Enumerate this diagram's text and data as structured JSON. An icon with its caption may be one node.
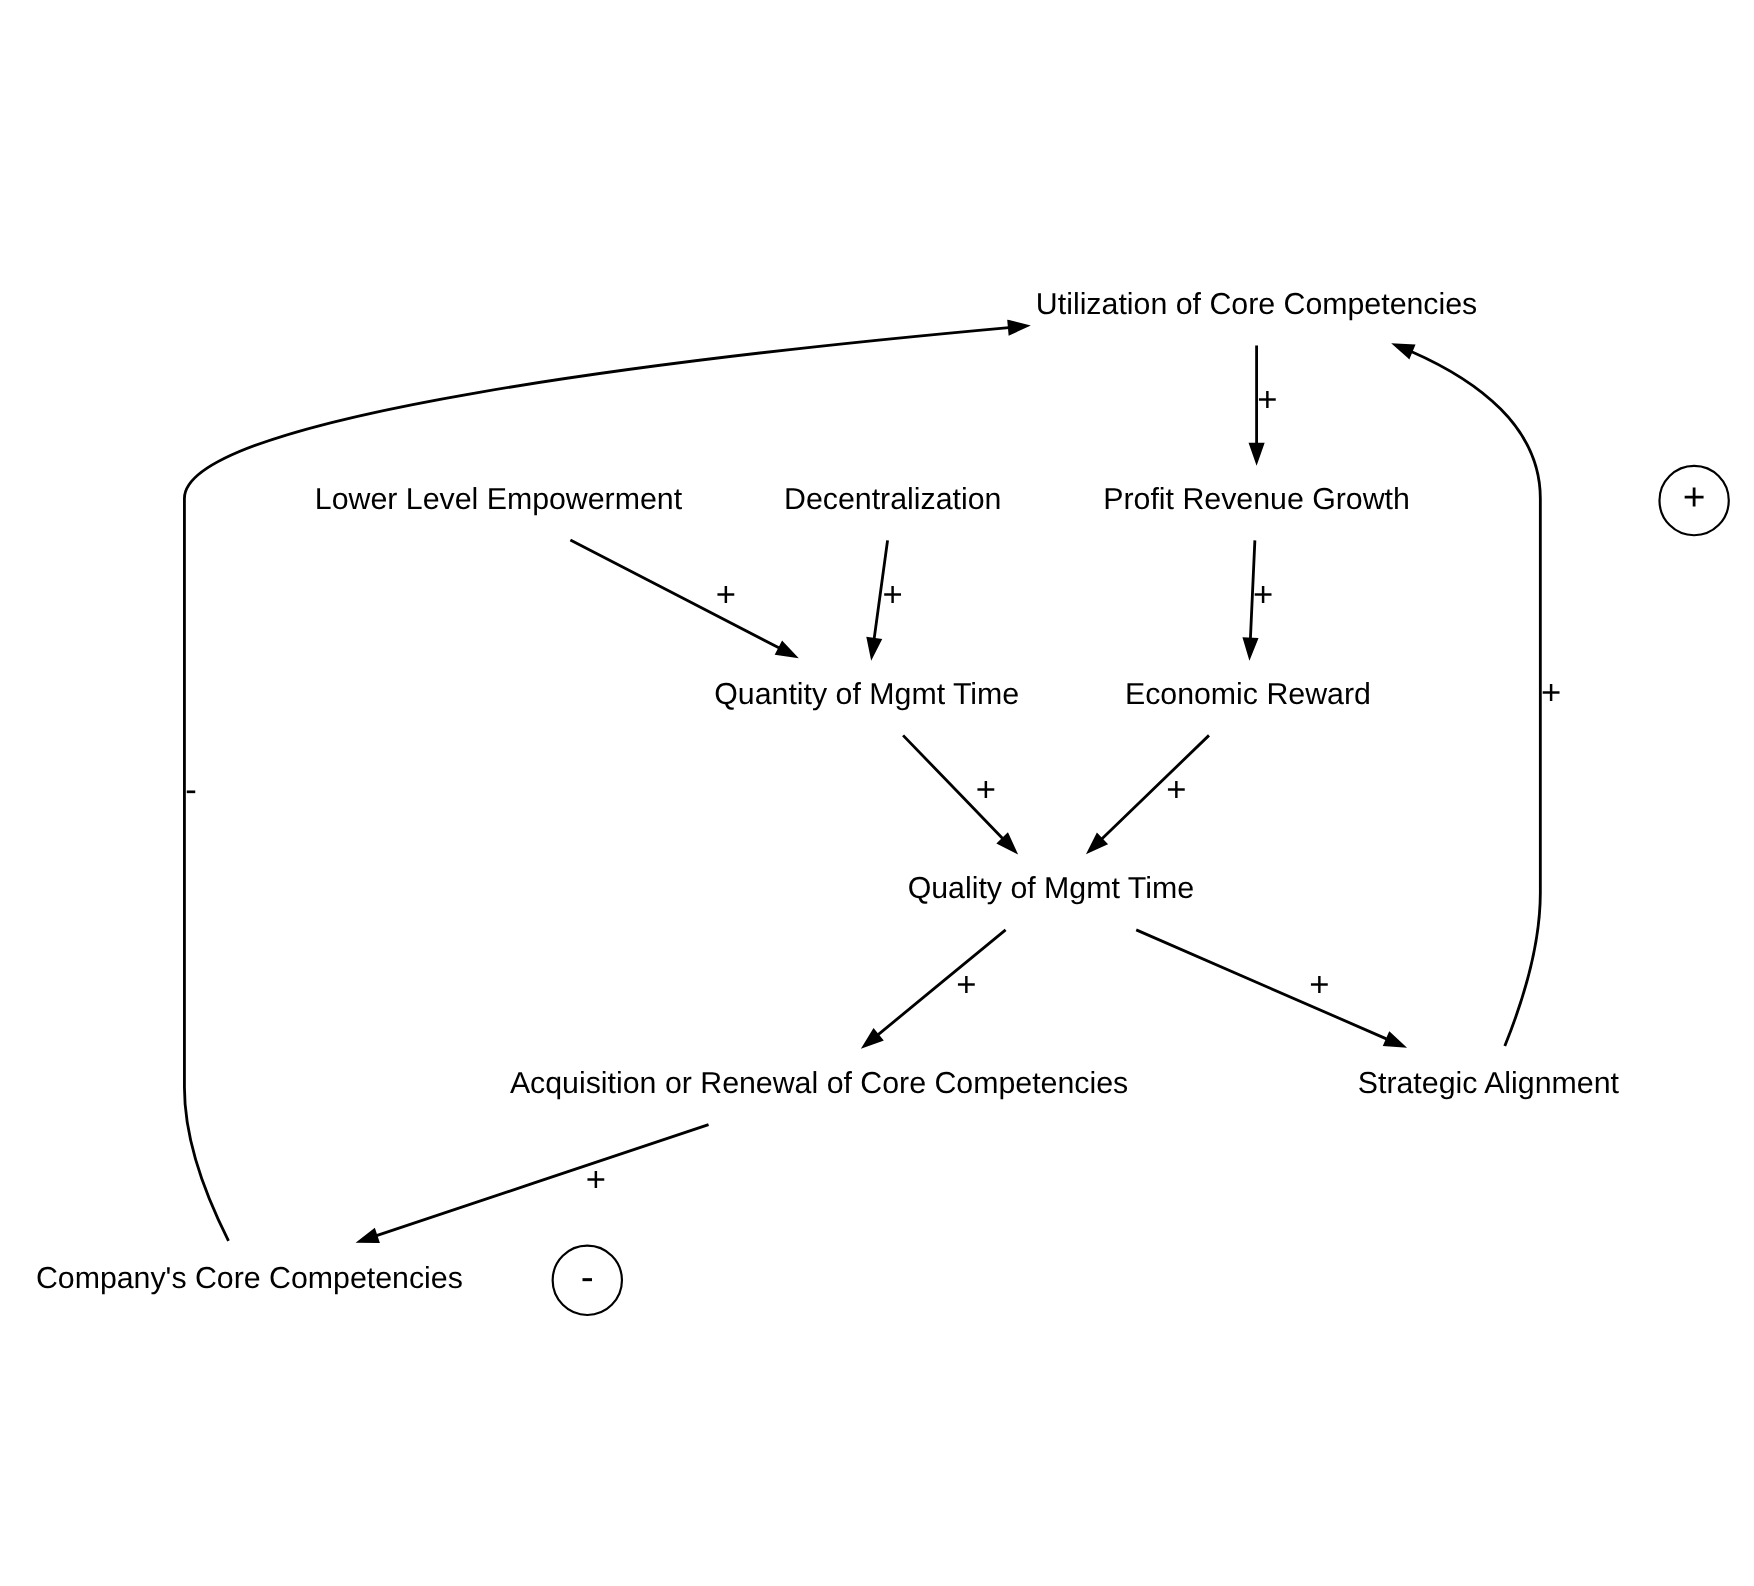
{
  "diagram": {
    "nodes": [
      {
        "text": [
          "Utilization of Core Competencies"
        ]
      },
      {
        "text": [
          "Company's Core Competencies"
        ]
      },
      {
        "text": [
          "Strategic Alignment"
        ]
      },
      {
        "text": [
          "Profit Revenue Growth"
        ]
      },
      {
        "text": [
          "Acquisition or Renewal of Core Competencies"
        ]
      },
      {
        "text": [
          "Quality of Mgmt Time"
        ]
      },
      {
        "text": [
          "Economic Reward"
        ]
      },
      {
        "text": [
          "Quantity of Mgmt Time"
        ]
      },
      {
        "text": [
          "Decentralization"
        ]
      },
      {
        "text": [
          "Lower Level Empowerment"
        ]
      }
    ],
    "edges": [
      {
        "from": 1,
        "to": 0,
        "arrow": "to",
        "label": "-"
      },
      {
        "from": 2,
        "to": 0,
        "arrow": "to",
        "label": "+"
      },
      {
        "from": 0,
        "to": 3,
        "arrow": "to",
        "label": "+"
      },
      {
        "from": 3,
        "to": 6,
        "arrow": "to",
        "label": "+"
      },
      {
        "from": 6,
        "to": 5,
        "arrow": "to",
        "label": "+"
      },
      {
        "from": 5,
        "to": 4,
        "arrow": "to",
        "label": "+"
      },
      {
        "from": 4,
        "to": 1,
        "arrow": "to",
        "label": "+"
      },
      {
        "from": 5,
        "to": 2,
        "arrow": "to",
        "label": "+"
      },
      {
        "from": 7,
        "to": 5,
        "arrow": "to",
        "label": "+"
      },
      {
        "from": 8,
        "to": 7,
        "arrow": "to",
        "label": "+"
      },
      {
        "from": 9,
        "to": 7,
        "arrow": "to",
        "label": "+"
      }
    ],
    "labels": [
      "-",
      "+"
    ]
  }
}
